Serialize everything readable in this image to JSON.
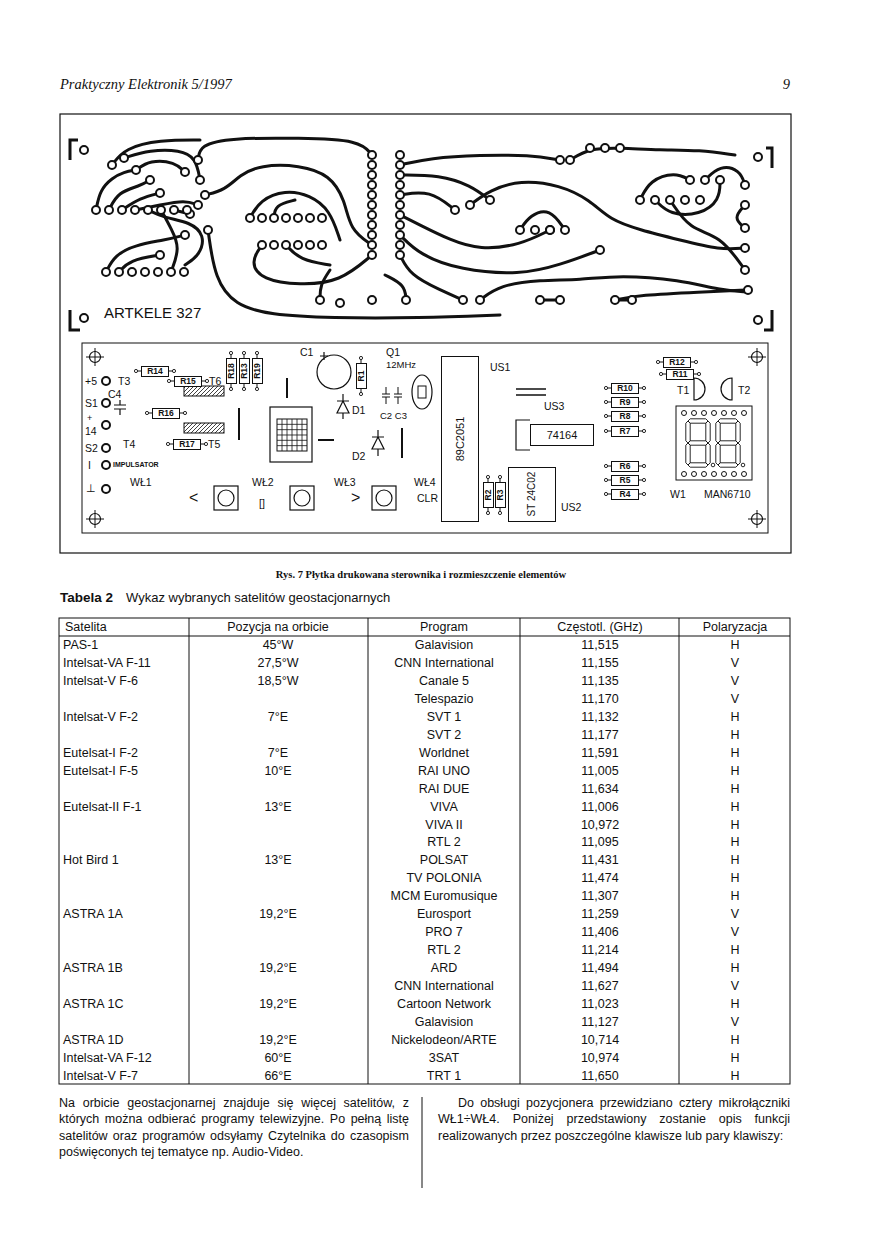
{
  "diagram": {
    "caption": "Rys. 7 Płytka drukowana sterownika i rozmieszczenie elementów",
    "nodes": [
      {
        "text": [
          "R14"
        ]
      },
      {
        "text": [
          "R15"
        ]
      },
      {
        "text": [
          "R18"
        ]
      },
      {
        "text": [
          "R13"
        ]
      },
      {
        "text": [
          "R19"
        ]
      },
      {
        "text": [
          "R16"
        ]
      },
      {
        "text": [
          "R17"
        ]
      },
      {
        "text": [
          "R1"
        ]
      },
      {
        "text": [
          "89C2051"
        ]
      },
      {
        "text": [
          "R12"
        ]
      },
      {
        "text": [
          "R11"
        ]
      },
      {
        "text": [
          "R10"
        ]
      },
      {
        "text": [
          "R9"
        ]
      },
      {
        "text": [
          "R8"
        ]
      },
      {
        "text": [
          "R7"
        ]
      },
      {
        "text": [
          "74164"
        ]
      },
      {
        "text": [
          "R6"
        ]
      },
      {
        "text": [
          "R5"
        ]
      },
      {
        "text": [
          "R4"
        ]
      },
      {
        "text": [
          "R2"
        ]
      },
      {
        "text": [
          "R3"
        ]
      },
      {
        "text": [
          "ST 24C02"
        ]
      }
    ],
    "labels": [
      "Praktyczny Elektronik 5/1997",
      "9",
      "ARTKELE 327",
      "+5",
      "S1",
      "+",
      "14",
      "S2",
      "I",
      "IMPULSATOR",
      "⊥",
      "T3",
      "C4",
      "T6",
      "T4",
      "T5",
      "C1",
      "Q1",
      "12MHz",
      "D1",
      "C2 C3",
      "D2",
      "US1",
      "US3",
      "T1",
      "T2",
      "W1",
      "MAN6710",
      "US2",
      "WŁ1",
      "<",
      "WŁ2",
      "[]",
      "WŁ3",
      ">",
      "WŁ4",
      "CLR",
      "Tabela 2",
      "Wykaz wybranych satelitów geostacjonarnych",
      "Satelita",
      "Pozycja na orbicie",
      "Program",
      "Częstotl. (GHz)",
      "Polaryzacja",
      "PAS-1",
      "45°W",
      "Galavision",
      "11,515",
      "H",
      "Intelsat-VA F-11",
      "27,5°W",
      "CNN International",
      "11,155",
      "V",
      "Intelsat-V F-6",
      "18,5°W",
      "Canale 5",
      "11,135",
      "V",
      "Telespazio",
      "11,170",
      "V",
      "Intelsat-V F-2",
      "7°E",
      "SVT 1",
      "11,132",
      "H",
      "SVT 2",
      "11,177",
      "H",
      "Eutelsat-I F-2",
      "7°E",
      "Worldnet",
      "11,591",
      "H",
      "Eutelsat-I F-5",
      "10°E",
      "RAI UNO",
      "11,005",
      "H",
      "RAI DUE",
      "11,634",
      "H",
      "Eutelsat-II F-1",
      "13°E",
      "VIVA",
      "11,006",
      "H",
      "VIVA II",
      "10,972",
      "H",
      "RTL 2",
      "11,095",
      "H",
      "Hot Bird 1",
      "13°E",
      "POLSAT",
      "11,431",
      "H",
      "TV POLONIA",
      "11,474",
      "H",
      "MCM Euromusique",
      "11,307",
      "H",
      "ASTRA 1A",
      "19,2°E",
      "Eurosport",
      "11,259",
      "V",
      "PRO 7",
      "11,406",
      "V",
      "RTL 2",
      "11,214",
      "H",
      "ASTRA 1B",
      "19,2°E",
      "ARD",
      "11,494",
      "H",
      "CNN International",
      "11,627",
      "V",
      "ASTRA 1C",
      "19,2°E",
      "Cartoon Network",
      "11,023",
      "H",
      "Galavision",
      "11,127",
      "V",
      "ASTRA 1D",
      "19,2°E",
      "Nickelodeon/ARTE",
      "10,714",
      "H",
      "Intelsat-VA F-12",
      "60°E",
      "3SAT",
      "10,974",
      "H",
      "Intelsat-V F-7",
      "66°E",
      "TRT 1",
      "11,650",
      "H",
      "Na orbicie geostacjonarnej znajduje się więcej satelitów, z których można odbierać programy telewizyjne. Po pełną listę satelitów oraz programów odsyłamy Czytelnika do czasopism poświęconych tej tematyce np. Audio-Video.",
      "Do obsługi pozycjonera przewidziano cztery mikrołączniki WŁ1÷WŁ4. Poniżej przedstawiony zostanie opis funkcji realizowanych przez poszczególne klawisze lub pary klawiszy:"
    ]
  }
}
